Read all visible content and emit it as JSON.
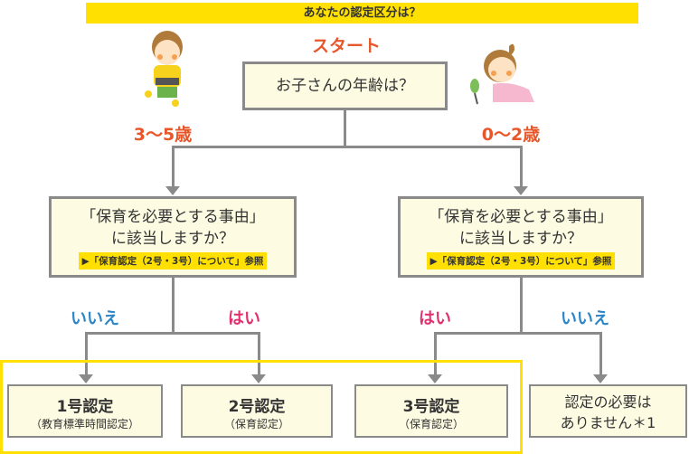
{
  "title": "あなたの認定区分は？",
  "start_label": "スタート",
  "start_question": "お子さんの年齢は？",
  "branches": {
    "left_age": "3〜5歳",
    "right_age": "0〜2歳"
  },
  "question_left": {
    "line1": "「保育を必要とする事由」",
    "line2": "に該当しますか？",
    "reference": "▶「保育認定（2号・3号）について」参照"
  },
  "question_right": {
    "line1": "「保育を必要とする事由」",
    "line2": "に該当しますか？",
    "reference": "▶「保育認定（2号・3号）について」参照"
  },
  "answers": {
    "left_no": "いいえ",
    "left_yes": "はい",
    "right_yes": "はい",
    "right_no": "いいえ"
  },
  "results": [
    {
      "title": "1号認定",
      "sub": "（教育標準時間認定）"
    },
    {
      "title": "2号認定",
      "sub": "（保育認定）"
    },
    {
      "title": "3号認定",
      "sub": "（保育認定）"
    },
    {
      "title": "認定の必要は",
      "sub": "ありません＊1"
    }
  ],
  "colors": {
    "accent_yellow": "#ffe000",
    "orange": "#e8572a",
    "blue": "#2a86c8",
    "pink": "#e0306e"
  }
}
